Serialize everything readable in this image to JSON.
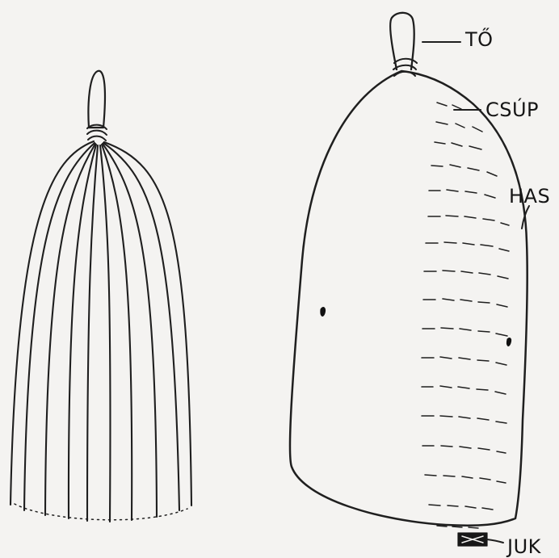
{
  "labels": {
    "to": "TŐ",
    "csup": "CSÚP",
    "has": "HAS",
    "juk": "JUK"
  }
}
